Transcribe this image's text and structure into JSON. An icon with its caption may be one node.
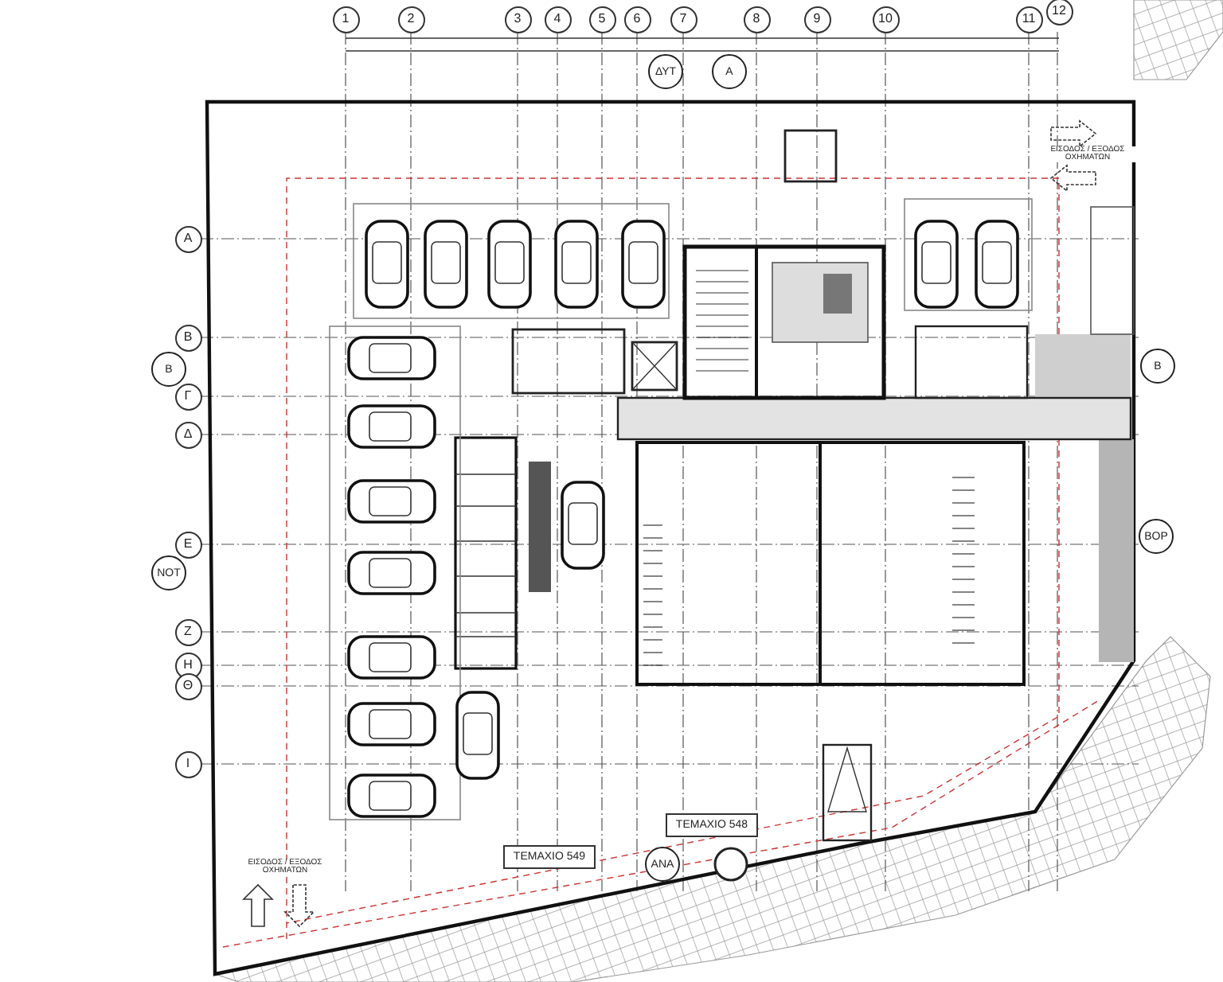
{
  "diagram": {
    "labels": [
      "1",
      "2",
      "3",
      "4",
      "5",
      "6",
      "7",
      "8",
      "9",
      "10",
      "11",
      "12",
      "ΔΥΤ",
      "Α",
      "ΕΙΣΟΔΟΣ / ΕΞΟΔΟΣ ΟΧΗΜΑΤΩΝ",
      "Α",
      "Β",
      "Β",
      "Β",
      "Γ",
      "Δ",
      "Ε",
      "ΝΟΤ",
      "ΒΟΡ",
      "Ζ",
      "Η",
      "Θ",
      "Ι",
      "ΤΕΜΑΧΙΟ 548",
      "ΤΕΜΑΧΙΟ 549",
      "ΕΙΣΟΔΟΣ / ΕΞΟΔΟΣ ΟΧΗΜΑΤΩΝ",
      "ΑΝΑ"
    ]
  }
}
